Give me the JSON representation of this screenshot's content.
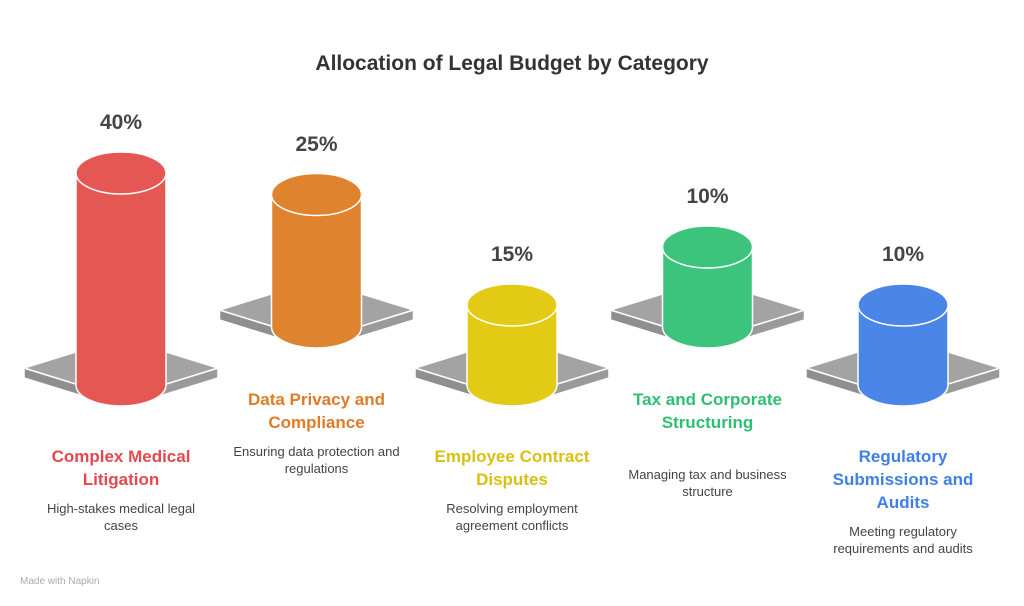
{
  "chart_data": {
    "type": "bar",
    "title": "Allocation of Legal Budget by Category",
    "unit": "%",
    "categories": [
      "Complex Medical Litigation",
      "Data Privacy and Compliance",
      "Employee Contract Disputes",
      "Tax and Corporate Structuring",
      "Regulatory Submissions and Audits"
    ],
    "values": [
      40,
      25,
      15,
      10,
      10
    ],
    "value_labels": [
      "40%",
      "25%",
      "15%",
      "10%",
      "10%"
    ],
    "descriptions": [
      "High-stakes medical legal cases",
      "Ensuring data protection and regulations",
      "Resolving employment agreement conflicts",
      "Managing tax and business structure",
      "Meeting regulatory requirements and audits"
    ],
    "colors": [
      "#E55753",
      "#E0832E",
      "#E3CB15",
      "#3CC47C",
      "#4A86E8"
    ],
    "label_colors": [
      "#E5484D",
      "#E07B27",
      "#D9C010",
      "#2FBF72",
      "#3F7FE6"
    ]
  },
  "footer": "Made with Napkin"
}
